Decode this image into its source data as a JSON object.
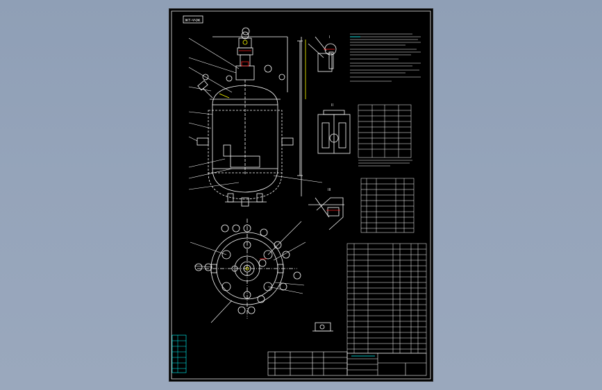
{
  "frame_tag": "ЖТ-ЧЧЖ",
  "view_labels": {
    "detail_top": "I",
    "detail_mid": "II",
    "detail_bottom": "III"
  },
  "colors": {
    "background": "#96a5ba",
    "sheet": "#000000",
    "line": "#ffffff",
    "accent_yellow": "#ffff00",
    "accent_red": "#ff2020",
    "accent_cyan": "#00ffff",
    "accent_green": "#00ff00"
  }
}
